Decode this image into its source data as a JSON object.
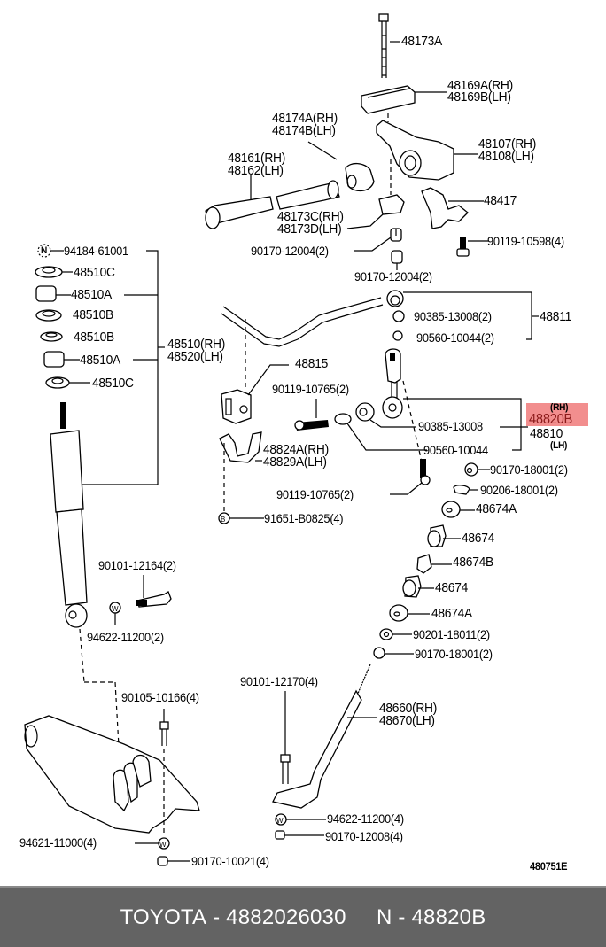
{
  "diagram": {
    "title_code": "480751E",
    "highlighted_part": "48820B",
    "highlight_color": "#f07a7a",
    "labels": {
      "p48173A": "48173A",
      "p48169A": "48169A(RH)",
      "p48169B": "48169B(LH)",
      "p48174A": "48174A(RH)",
      "p48174B": "48174B(LH)",
      "p48107": "48107(RH)",
      "p48108": "48108(LH)",
      "p48161": "48161(RH)",
      "p48162": "48162(LH)",
      "p48417": "48417",
      "p48173C": "48173C(RH)",
      "p48173D": "48173D(LH)",
      "p90170_12004_a": "90170-12004(2)",
      "p90119_10598": "90119-10598(4)",
      "p94184": "94184-61001",
      "p90170_12004_b": "90170-12004(2)",
      "p48510C_a": "48510C",
      "p48510A_a": "48510A",
      "p48510B_a": "48510B",
      "p48510B_b": "48510B",
      "p48510A_b": "48510A",
      "p48510C_b": "48510C",
      "p48510RH": "48510(RH)",
      "p48520LH": "48520(LH)",
      "p90385_2": "90385-13008(2)",
      "p90560_2": "90560-10044(2)",
      "p48811": "48811",
      "p48815": "48815",
      "p90119_10765_a": "90119-10765(2)",
      "rh_tag": "(RH)",
      "p48820B": "48820B",
      "p48810": "48810",
      "lh_tag": "(LH)",
      "p90385": "90385-13008",
      "p90560": "90560-10044",
      "p48824A": "48824A(RH)",
      "p48829A": "48829A(LH)",
      "p90170_18001_a": "90170-18001(2)",
      "p90119_10765_b": "90119-10765(2)",
      "p90206": "90206-18001(2)",
      "p91651": "91651-B0825(4)",
      "p48674A_a": "48674A",
      "p48674_a": "48674",
      "p48674B": "48674B",
      "p48674_b": "48674",
      "p48674A_b": "48674A",
      "p90101_12164": "90101-12164(2)",
      "p94622_2": "94622-11200(2)",
      "p90201": "90201-18011(2)",
      "p90170_18001_b": "90170-18001(2)",
      "p90105": "90105-10166(4)",
      "p90101_12170": "90101-12170(4)",
      "p48660": "48660(RH)",
      "p48670": "48670(LH)",
      "p94622_4": "94622-11200(4)",
      "p90170_12008": "90170-12008(4)",
      "p94621": "94621-11000(4)",
      "p90170_10021": "90170-10021(4)"
    },
    "symbols": {
      "n_mark": "N",
      "b_mark": "B",
      "w_mark": "W"
    }
  },
  "footer": {
    "brand": "TOYOTA",
    "separator": " - ",
    "part_number": "4882026030",
    "n_prefix": "N",
    "n_code": "48820B",
    "background": "#636363"
  }
}
